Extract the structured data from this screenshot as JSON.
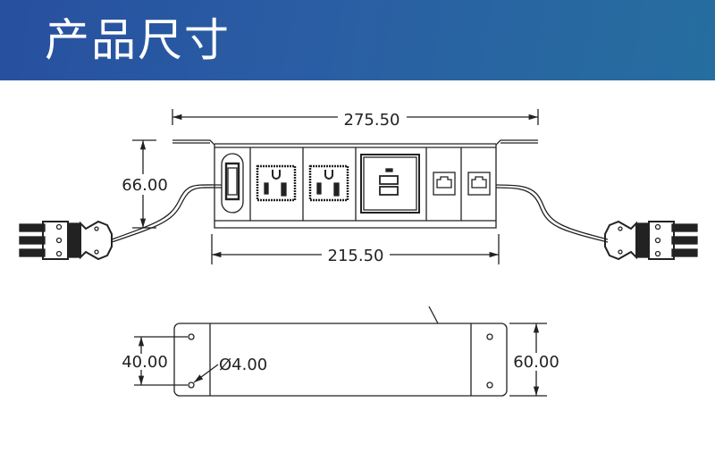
{
  "header": {
    "title": "产品尺寸"
  },
  "dimensions": {
    "overall_length": "275.50",
    "body_length": "215.50",
    "height": "66.00",
    "bracket_hole_spacing": "40.00",
    "bracket_width": "60.00",
    "hole_diameter": "Ø4.00"
  },
  "modules": [
    "power-switch",
    "us-outlet",
    "us-outlet",
    "usb-charger",
    "rj45-port",
    "rj45-port"
  ],
  "colors": {
    "header_start": "#27509f",
    "header_end": "#266e9f",
    "line": "#222222"
  }
}
